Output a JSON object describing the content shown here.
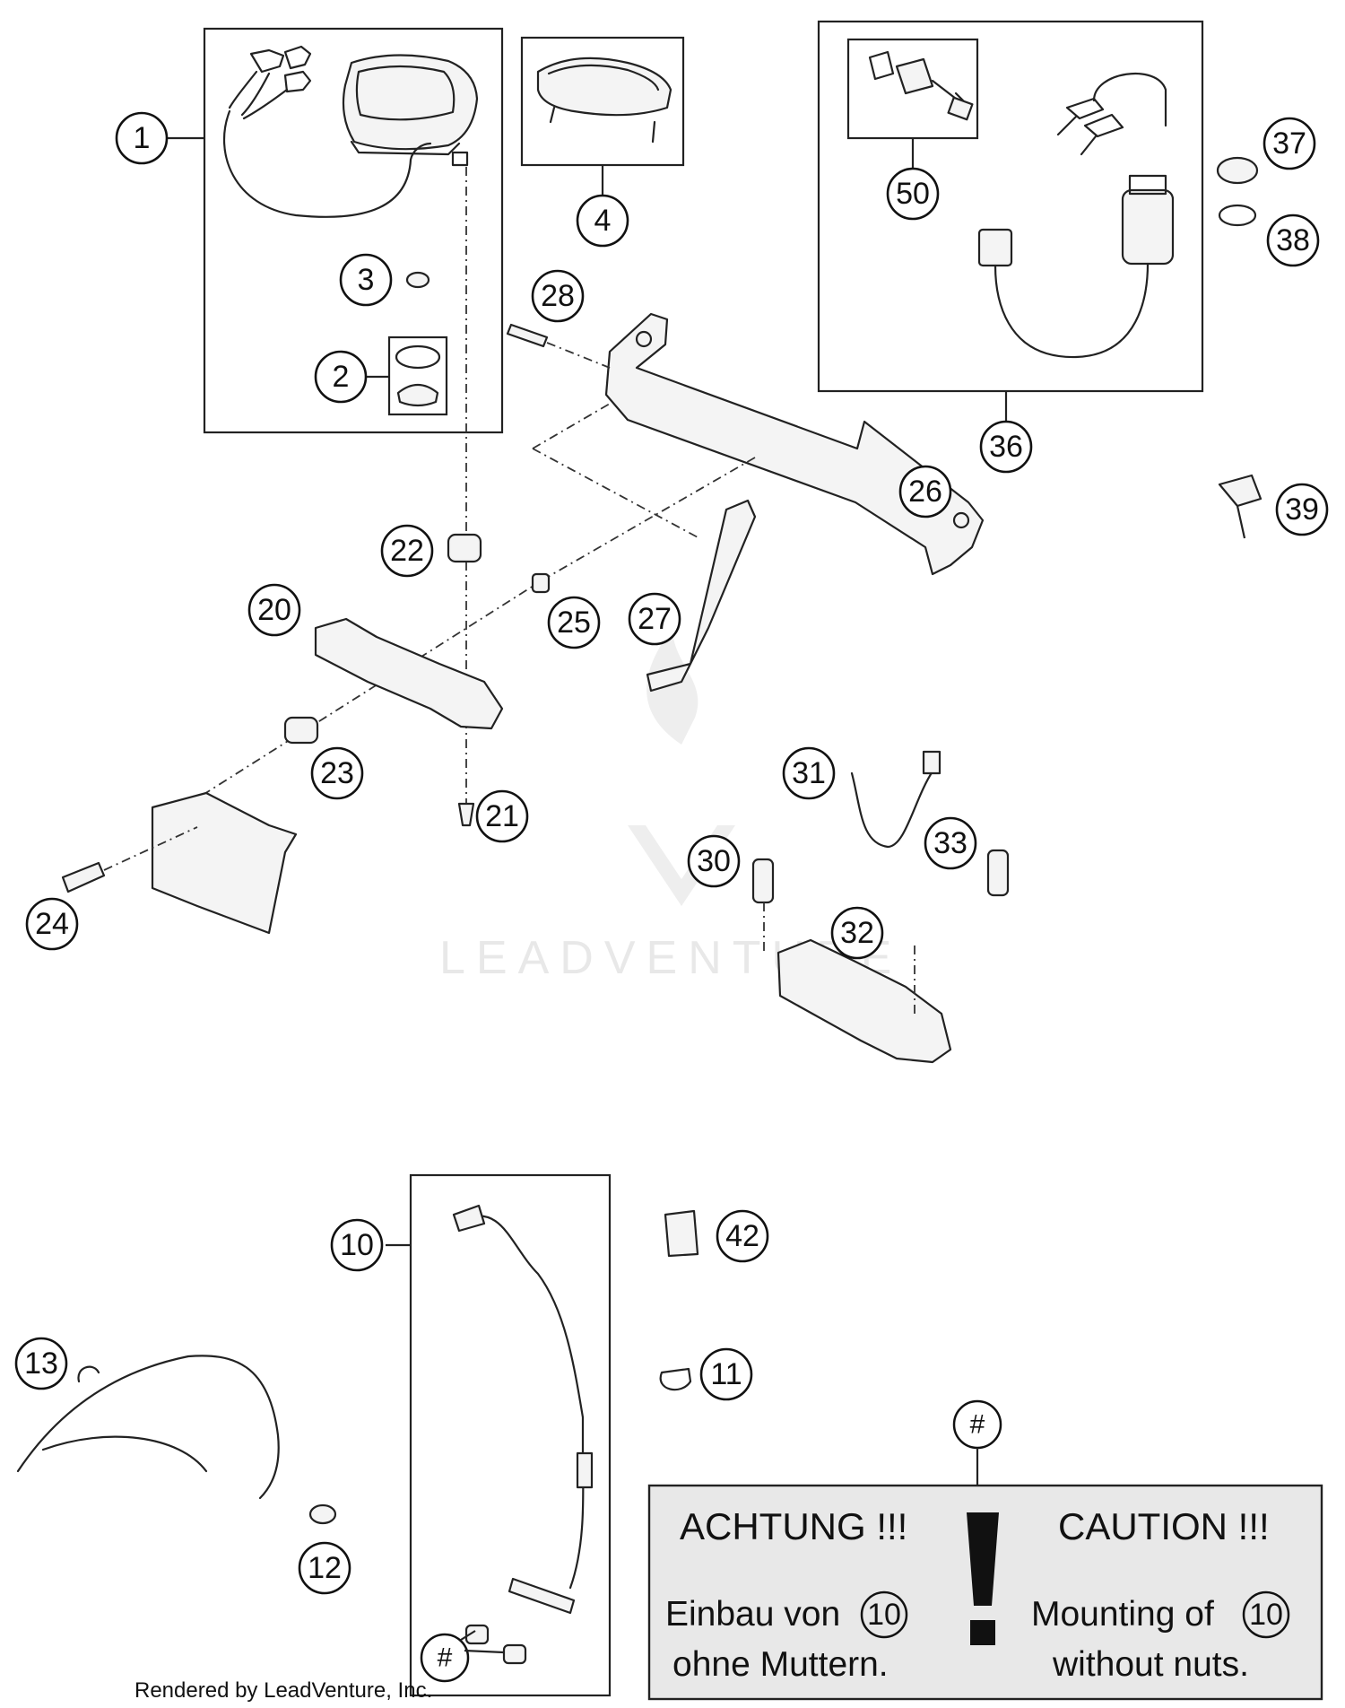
{
  "callouts": [
    {
      "id": "c1",
      "label": "1"
    },
    {
      "id": "c2",
      "label": "2"
    },
    {
      "id": "c3",
      "label": "3"
    },
    {
      "id": "c4",
      "label": "4"
    },
    {
      "id": "c10",
      "label": "10"
    },
    {
      "id": "c11",
      "label": "11"
    },
    {
      "id": "c12",
      "label": "12"
    },
    {
      "id": "c13",
      "label": "13"
    },
    {
      "id": "c20",
      "label": "20"
    },
    {
      "id": "c21",
      "label": "21"
    },
    {
      "id": "c22",
      "label": "22"
    },
    {
      "id": "c23",
      "label": "23"
    },
    {
      "id": "c24",
      "label": "24"
    },
    {
      "id": "c25",
      "label": "25"
    },
    {
      "id": "c26",
      "label": "26"
    },
    {
      "id": "c27",
      "label": "27"
    },
    {
      "id": "c28",
      "label": "28"
    },
    {
      "id": "c30",
      "label": "30"
    },
    {
      "id": "c31",
      "label": "31"
    },
    {
      "id": "c32",
      "label": "32"
    },
    {
      "id": "c33",
      "label": "33"
    },
    {
      "id": "c36",
      "label": "36"
    },
    {
      "id": "c37",
      "label": "37"
    },
    {
      "id": "c38",
      "label": "38"
    },
    {
      "id": "c39",
      "label": "39"
    },
    {
      "id": "c42",
      "label": "42"
    },
    {
      "id": "c50",
      "label": "50"
    }
  ],
  "hash_marks": {
    "note_marker": "#",
    "nuts_marker": "#"
  },
  "note": {
    "left_heading": "ACHTUNG !!!",
    "left_line1": "Einbau von",
    "left_ref": "10",
    "left_line2": "ohne Muttern.",
    "right_heading": "CAUTION !!!",
    "right_line1": "Mounting of",
    "right_ref": "10",
    "right_line2": "without nuts.",
    "exclamation": "!"
  },
  "watermark": {
    "text": "LEADVENTURE"
  },
  "footer": {
    "rendered_by": "Rendered by LeadVenture, Inc."
  }
}
